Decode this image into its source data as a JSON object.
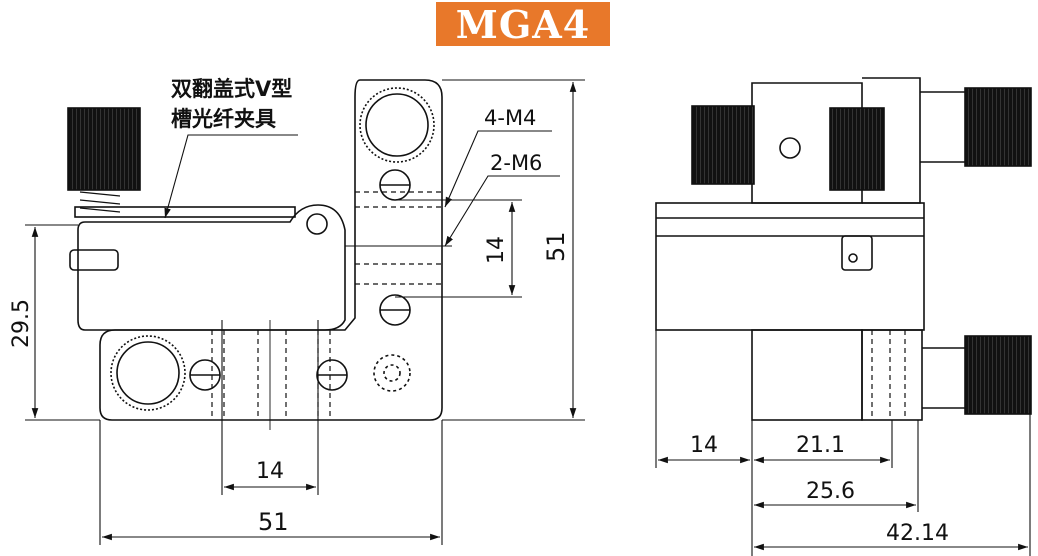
{
  "title": "MGA4",
  "colors": {
    "title_bg": "#e8782a",
    "title_text": "#ffffff",
    "line": "#111111"
  },
  "front_view": {
    "callout_line1": "双翻盖式V型",
    "callout_line2": "槽光纤夹具",
    "hole_label_m4": "4-M4",
    "hole_label_m6": "2-M6",
    "dim_width": "51",
    "dim_height": "51",
    "dim_left_height": "29.5",
    "dim_hole_spacing_h": "14",
    "dim_hole_spacing_v": "14"
  },
  "side_view": {
    "dim_a": "14",
    "dim_b": "21.1",
    "dim_c": "25.6",
    "dim_d": "42.14"
  }
}
